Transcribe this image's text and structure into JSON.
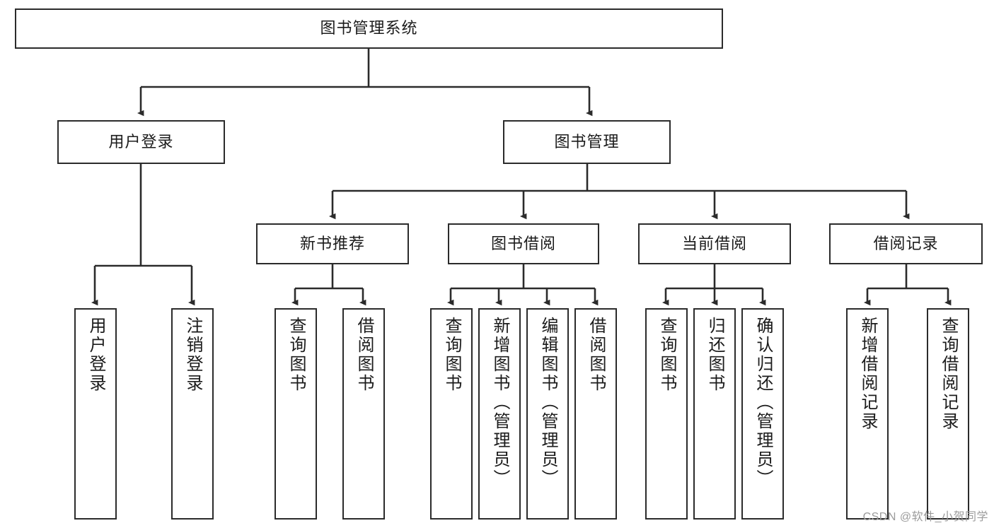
{
  "diagram": {
    "title": "图书管理系统",
    "type": "tree",
    "watermark": "CSDN @软件_小贺同学",
    "colors": {
      "stroke": "#2b2b2b",
      "fill": "#ffffff",
      "text": "#1b1b1b",
      "watermark": "#9b9b9b"
    },
    "root": {
      "label": "图书管理系统"
    },
    "level2": [
      {
        "id": "user-login",
        "label": "用户登录"
      },
      {
        "id": "book-manage",
        "label": "图书管理"
      }
    ],
    "level3": [
      {
        "id": "new-book-recommend",
        "label": "新书推荐"
      },
      {
        "id": "book-borrow",
        "label": "图书借阅"
      },
      {
        "id": "current-borrow",
        "label": "当前借阅"
      },
      {
        "id": "borrow-record",
        "label": "借阅记录"
      }
    ],
    "leaves": {
      "user_login": [
        {
          "id": "leaf-user-login",
          "label": "用户登录"
        },
        {
          "id": "leaf-logout",
          "label": "注销登录"
        }
      ],
      "new_book_recommend": [
        {
          "id": "leaf-query-book-1",
          "label": "查询图书"
        },
        {
          "id": "leaf-borrow-book-1",
          "label": "借阅图书"
        }
      ],
      "book_borrow": [
        {
          "id": "leaf-query-book-2",
          "label": "查询图书"
        },
        {
          "id": "leaf-add-book",
          "label": "新增图书（管理员）"
        },
        {
          "id": "leaf-edit-book",
          "label": "编辑图书（管理员）"
        },
        {
          "id": "leaf-borrow-book-2",
          "label": "借阅图书"
        }
      ],
      "current_borrow": [
        {
          "id": "leaf-query-book-3",
          "label": "查询图书"
        },
        {
          "id": "leaf-return-book",
          "label": "归还图书"
        },
        {
          "id": "leaf-confirm-return",
          "label": "确认归还（管理员）"
        }
      ],
      "borrow_record": [
        {
          "id": "leaf-add-record",
          "label": "新增借阅记录"
        },
        {
          "id": "leaf-query-record",
          "label": "查询借阅记录"
        }
      ]
    }
  }
}
